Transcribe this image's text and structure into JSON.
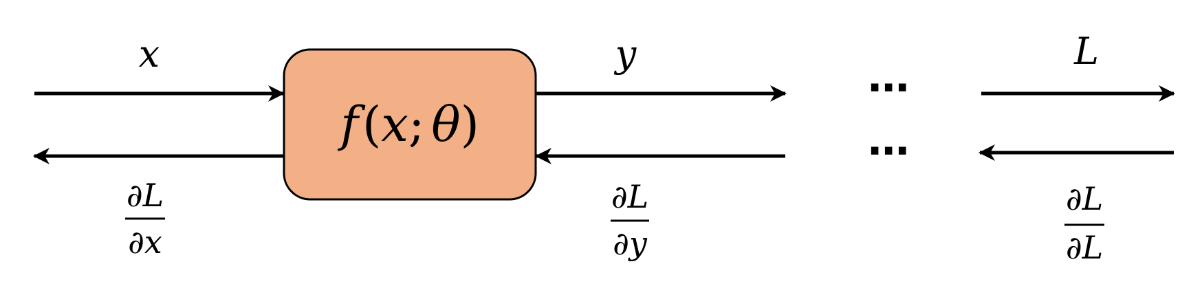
{
  "colors": {
    "function_box_fill": "#f3b086",
    "function_box_stroke": "#000000",
    "arrow": "#000000",
    "background": "#ffffff"
  },
  "function_box": {
    "name": "f",
    "open_paren": "(",
    "arg": "x",
    "separator": ";",
    "param": "θ",
    "close_paren": ")"
  },
  "forward": {
    "input_label": "x",
    "output_label": "y",
    "loss_label": "L",
    "ellipsis": "⋯"
  },
  "backward": {
    "ellipsis": "⋯",
    "grad_x": {
      "numerator": "∂L",
      "denominator": "∂x"
    },
    "grad_y": {
      "numerator": "∂L",
      "denominator": "∂y"
    },
    "grad_L": {
      "numerator": "∂L",
      "denominator": "∂L"
    }
  }
}
